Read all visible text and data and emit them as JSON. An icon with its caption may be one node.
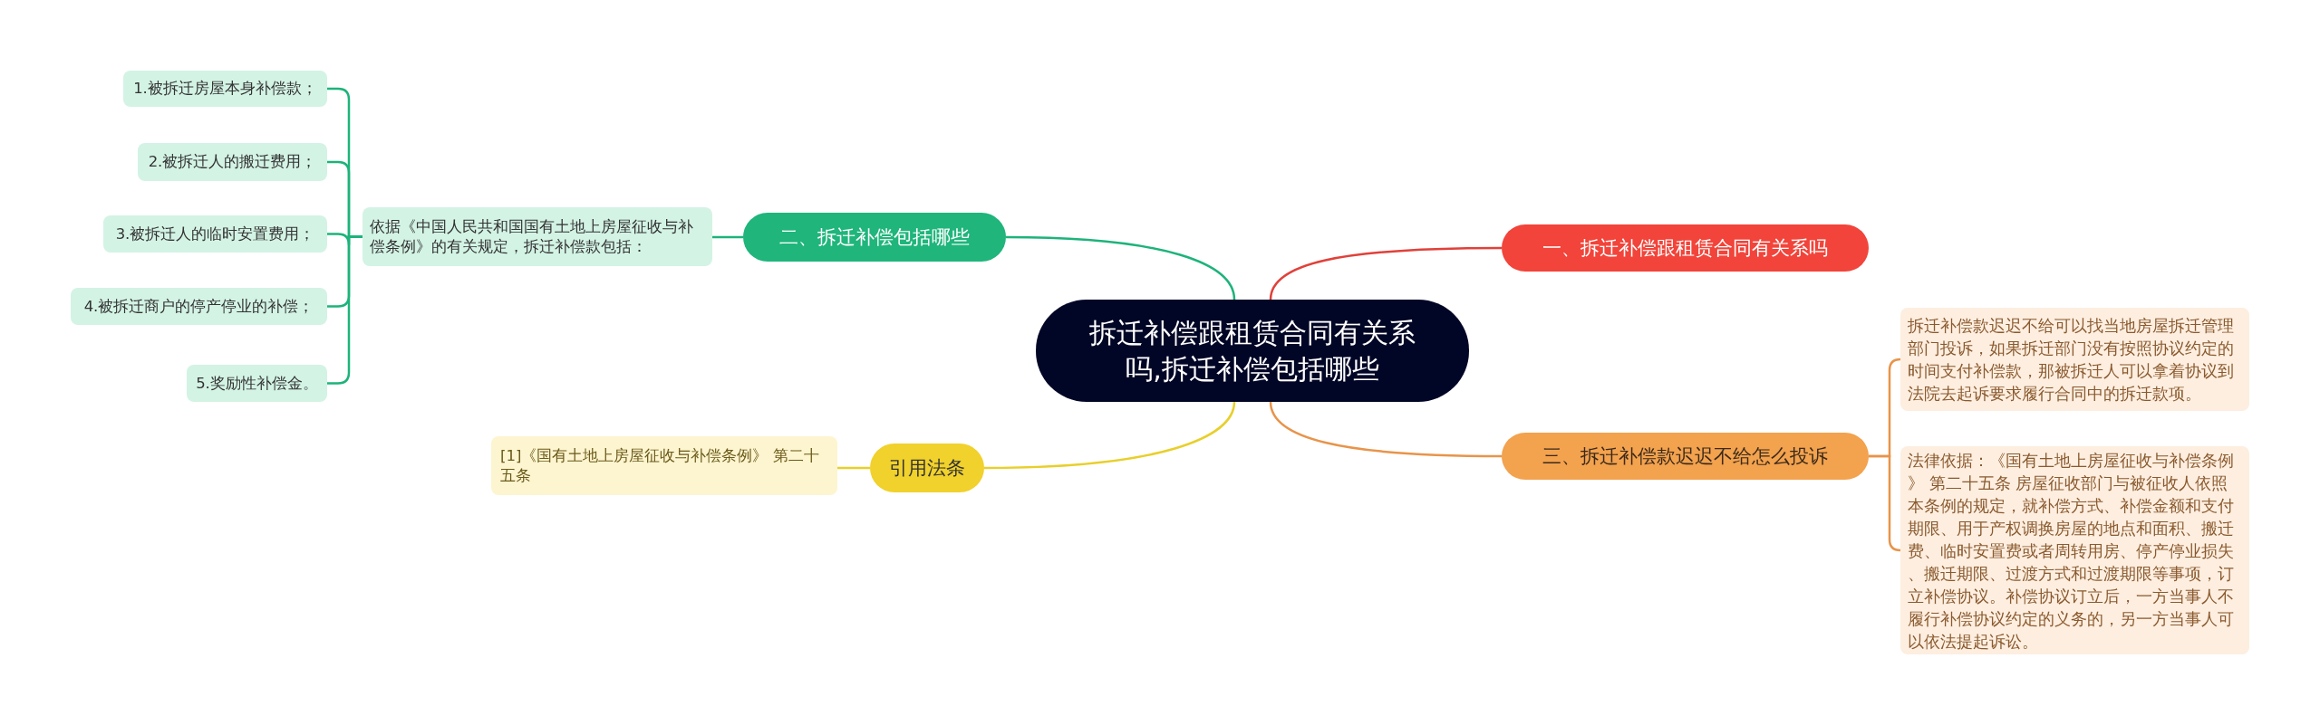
{
  "diagram": {
    "nodes": [
      {
        "text": [
          "拆迁补偿跟租赁合同有关系吗,拆迁补偿包括哪些"
        ]
      },
      {
        "text": [
          "一、拆迁补偿跟租赁合同有关系吗"
        ]
      },
      {
        "text": [
          "三、拆迁补偿款迟迟不给怎么投诉"
        ]
      },
      {
        "text": [
          "拆迁补偿款迟迟不给可以找当地房屋拆迁管理部门投诉，如果拆迁部门没有按照协议约定的时间支付补偿款，那被拆迁人可以拿着协议到法院去起诉要求履行合同中的拆迁款项。"
        ]
      },
      {
        "text": [
          "法律依据：《国有土地上房屋征收与补偿条例》 第二十五条 房屋征收部门与被征收人依照本条例的规定，就补偿方式、补偿金额和支付期限、用于产权调换房屋的地点和面积、搬迁费、临时安置费或者周转用房、停产停业损失、搬迁期限、过渡方式和过渡期限等事项，订立补偿协议。补偿协议订立后，一方当事人不履行补偿协议约定的义务的，另一方当事人可以依法提起诉讼。"
        ]
      },
      {
        "text": [
          "二、拆迁补偿包括哪些"
        ]
      },
      {
        "text": [
          "依据《中国人民共和国国有土地上房屋征收与补偿条例》的有关规定，拆迁补偿款包括："
        ]
      },
      {
        "text": [
          "1.被拆迁房屋本身补偿款；"
        ]
      },
      {
        "text": [
          "2.被拆迁人的搬迁费用；"
        ]
      },
      {
        "text": [
          "3.被拆迁人的临时安置费用；"
        ]
      },
      {
        "text": [
          "4.被拆迁商户的停产停业的补偿；"
        ]
      },
      {
        "text": [
          "5.奖励性补偿金。"
        ]
      },
      {
        "text": [
          "引用法条"
        ]
      },
      {
        "text": [
          "[1]《国有土地上房屋征收与补偿条例》 第二十五条"
        ]
      }
    ],
    "edges": [
      {
        "from": 0,
        "to": 1,
        "arrow": "none",
        "color": "#e0413a"
      },
      {
        "from": 0,
        "to": 2,
        "arrow": "none",
        "color": "#e8944a"
      },
      {
        "from": 2,
        "to": 3,
        "arrow": "none",
        "color": "#e8944a"
      },
      {
        "from": 2,
        "to": 4,
        "arrow": "none",
        "color": "#e8944a"
      },
      {
        "from": 0,
        "to": 5,
        "arrow": "none",
        "color": "#1db37a"
      },
      {
        "from": 5,
        "to": 6,
        "arrow": "none",
        "color": "#1db37a"
      },
      {
        "from": 6,
        "to": 7,
        "arrow": "none",
        "color": "#1db37a"
      },
      {
        "from": 6,
        "to": 8,
        "arrow": "none",
        "color": "#1db37a"
      },
      {
        "from": 6,
        "to": 9,
        "arrow": "none",
        "color": "#1db37a"
      },
      {
        "from": 6,
        "to": 10,
        "arrow": "none",
        "color": "#1db37a"
      },
      {
        "from": 6,
        "to": 11,
        "arrow": "none",
        "color": "#1db37a"
      },
      {
        "from": 0,
        "to": 12,
        "arrow": "none",
        "color": "#e8cf2a"
      },
      {
        "from": 12,
        "to": 13,
        "arrow": "none",
        "color": "#e8cf2a"
      }
    ]
  }
}
